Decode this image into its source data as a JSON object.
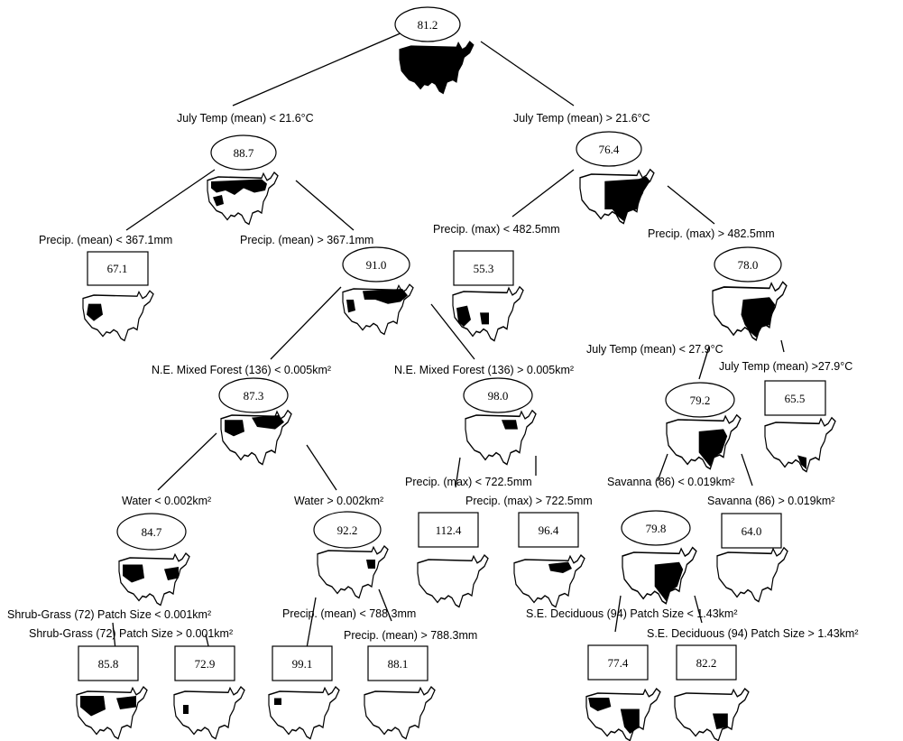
{
  "nodes": {
    "root": {
      "value": "81.2"
    },
    "n1": {
      "value": "88.7"
    },
    "n2": {
      "value": "76.4"
    },
    "n3": {
      "value": "67.1"
    },
    "n4": {
      "value": "91.0"
    },
    "n5": {
      "value": "55.3"
    },
    "n6": {
      "value": "78.0"
    },
    "n7": {
      "value": "87.3"
    },
    "n8": {
      "value": "98.0"
    },
    "n9": {
      "value": "79.2"
    },
    "n10": {
      "value": "65.5"
    },
    "n11": {
      "value": "84.7"
    },
    "n12": {
      "value": "92.2"
    },
    "n13": {
      "value": "112.4"
    },
    "n14": {
      "value": "96.4"
    },
    "n15": {
      "value": "79.8"
    },
    "n16": {
      "value": "64.0"
    },
    "n17": {
      "value": "85.8"
    },
    "n18": {
      "value": "72.9"
    },
    "n19": {
      "value": "99.1"
    },
    "n20": {
      "value": "88.1"
    },
    "n21": {
      "value": "77.4"
    },
    "n22": {
      "value": "82.2"
    }
  },
  "splits": {
    "s1": "July Temp (mean) < 21.6°C",
    "s2": "July Temp (mean) > 21.6°C",
    "s3": "Precip. (mean) < 367.1mm",
    "s4": "Precip. (mean) > 367.1mm",
    "s5": "Precip. (max) < 482.5mm",
    "s6": "Precip. (max) > 482.5mm",
    "s7": "N.E. Mixed Forest (136)  < 0.005km²",
    "s8": "N.E. Mixed Forest (136) > 0.005km²",
    "s9": "July Temp (mean) < 27.9°C",
    "s10": "July Temp (mean) >27.9°C",
    "s11": "Water < 0.002km²",
    "s12": "Water > 0.002km²",
    "s13": "Precip. (max) < 722.5mm",
    "s14": "Precip. (max)  > 722.5mm",
    "s15": "Savanna (86) < 0.019km²",
    "s16": "Savanna (86) > 0.019km²",
    "s17": "Shrub-Grass (72) Patch Size < 0.001km²",
    "s18": "Shrub-Grass (72) Patch Size > 0.001km²",
    "s19": "Precip. (mean) < 788.3mm",
    "s20": "Precip. (mean)  > 788.3mm",
    "s21": "S.E. Deciduous (94) Patch Size < 1.43km²",
    "s22": "S.E. Deciduous (94) Patch Size > 1.43km²"
  }
}
